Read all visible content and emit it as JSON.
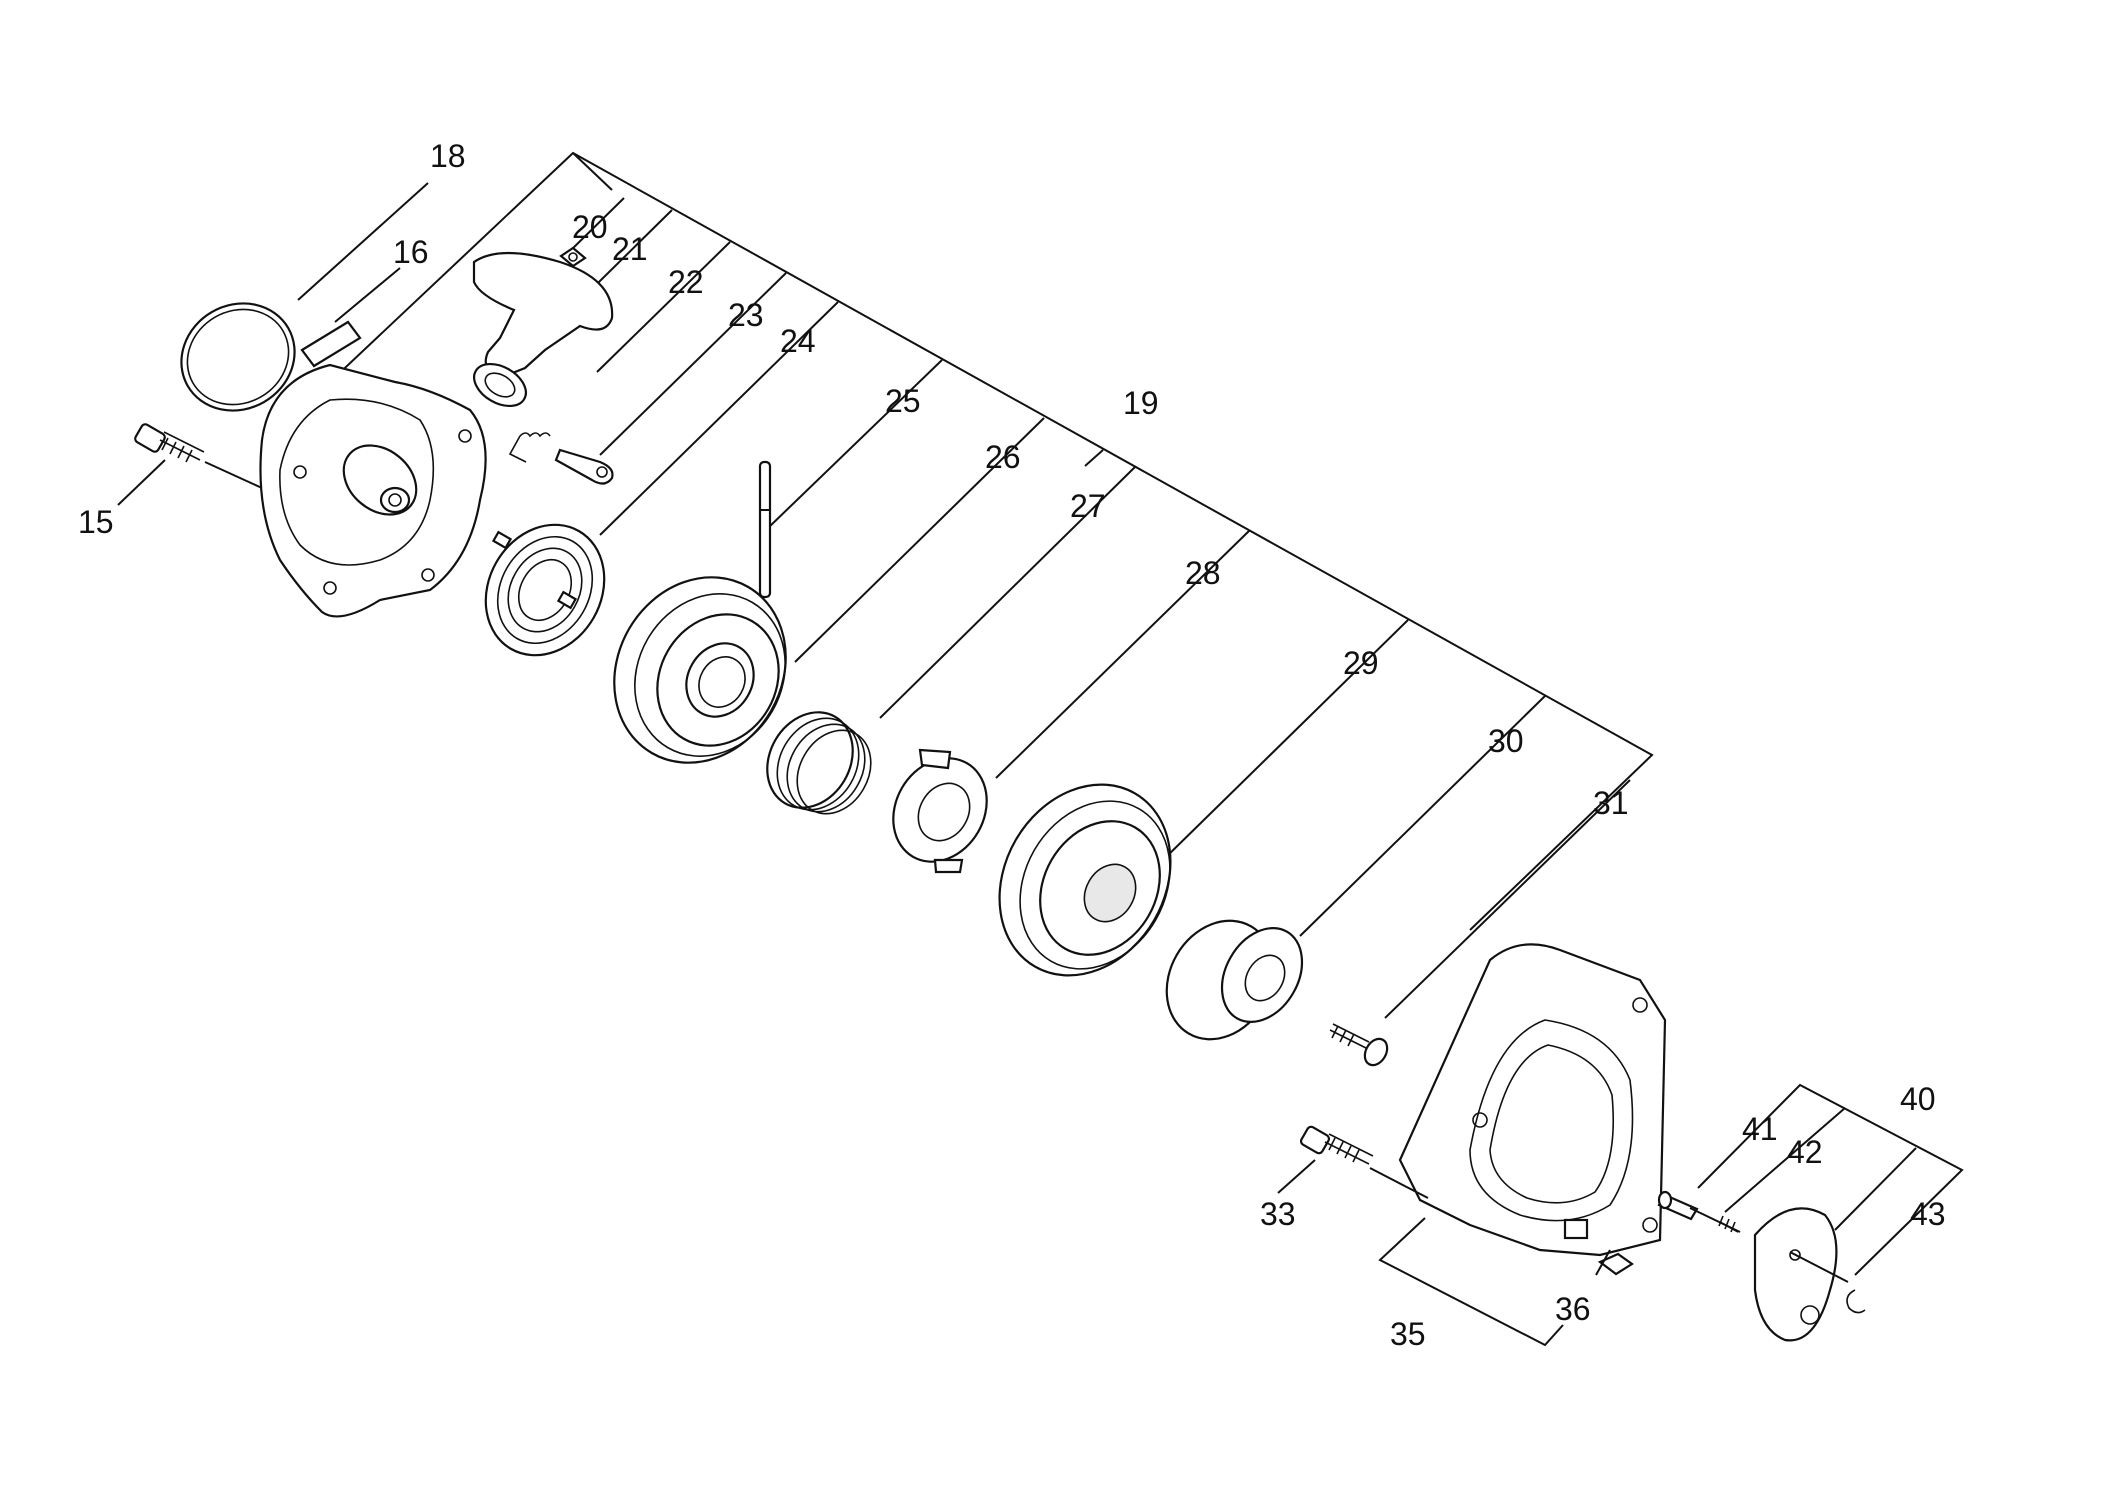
{
  "labels": {
    "p15": "15",
    "p16": "16",
    "p18": "18",
    "p19": "19",
    "p20": "20",
    "p21": "21",
    "p22": "22",
    "p23": "23",
    "p24": "24",
    "p25": "25",
    "p26": "26",
    "p27": "27",
    "p28": "28",
    "p29": "29",
    "p30": "30",
    "p31": "31",
    "p33": "33",
    "p35": "35",
    "p36": "36",
    "p40": "40",
    "p41": "41",
    "p42": "42",
    "p43": "43"
  }
}
